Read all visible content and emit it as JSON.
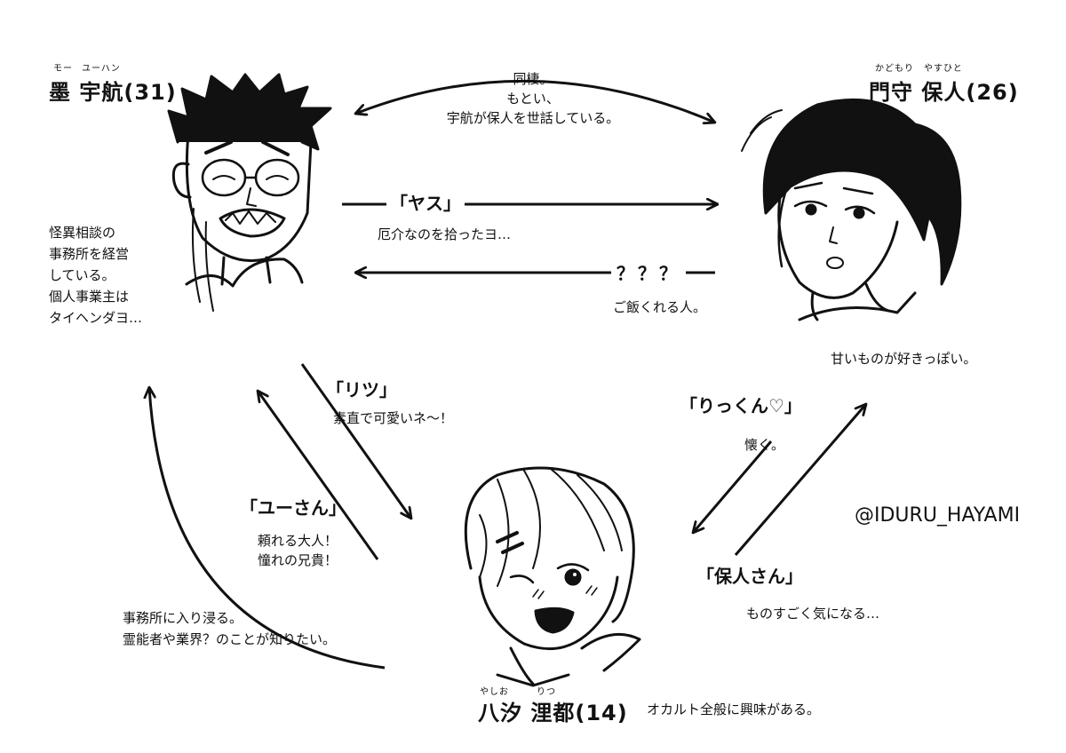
{
  "characters": {
    "mo": {
      "ruby_family": "モー",
      "ruby_given": "ユーハン",
      "name": "墨 宇航(31)",
      "note": [
        "怪異相談の",
        "事務所を経営",
        "している。",
        "個人事業主は",
        "タイヘンダヨ…"
      ]
    },
    "kadomori": {
      "ruby_family": "かどもり",
      "ruby_given": "やすひと",
      "name": "門守 保人(26)",
      "note": [
        "甘いものが好きっぽい。"
      ]
    },
    "yashio": {
      "ruby_family": "やしお",
      "ruby_given": "りつ",
      "name": "八汐 浬都(14)",
      "note": [
        "オカルト全般に興味がある。"
      ]
    }
  },
  "relations": {
    "top": [
      "同棲。",
      "もとい、",
      "宇航が保人を世話している。"
    ],
    "mo_to_kadomori": {
      "label": "「ヤス」",
      "desc": "厄介なのを拾ったヨ…"
    },
    "kadomori_to_mo": {
      "label": "？？？",
      "desc": "ご飯くれる人。"
    },
    "mo_to_yashio": {
      "label": "「リツ」",
      "desc": "素直で可愛いネ～！"
    },
    "yashio_to_mo": {
      "label": "「ユーさん」",
      "desc": [
        "頼れる大人！",
        "憧れの兄貴！"
      ]
    },
    "kadomori_to_yashio": {
      "label": "「りっくん♡」",
      "desc": "懐く。"
    },
    "yashio_to_kadomori": {
      "label": "「保人さん」",
      "desc": "ものすごく気になる…"
    },
    "yashio_to_mo_office": [
      "事務所に入り浸る。",
      "霊能者や業界？のことが知りたい。"
    ]
  },
  "credit": "@IDURU_HAYAMI"
}
